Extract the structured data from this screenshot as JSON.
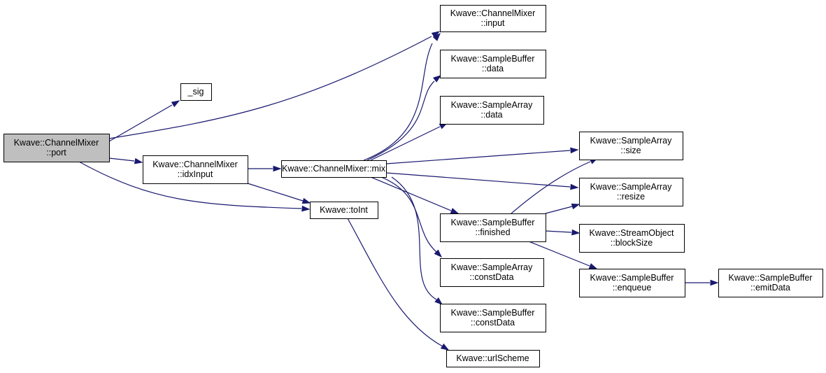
{
  "nodes": [
    {
      "id": "port",
      "lines": [
        "Kwave::ChannelMixer",
        "::port"
      ],
      "highlight": true
    },
    {
      "id": "sig",
      "lines": [
        "_sig"
      ]
    },
    {
      "id": "idxInput",
      "lines": [
        "Kwave::ChannelMixer",
        "::idxInput"
      ]
    },
    {
      "id": "mix",
      "lines": [
        "Kwave::ChannelMixer::mix"
      ]
    },
    {
      "id": "toInt",
      "lines": [
        "Kwave::toInt"
      ]
    },
    {
      "id": "input",
      "lines": [
        "Kwave::ChannelMixer",
        "::input"
      ]
    },
    {
      "id": "sbData",
      "lines": [
        "Kwave::SampleBuffer",
        "::data"
      ]
    },
    {
      "id": "saData",
      "lines": [
        "Kwave::SampleArray",
        "::data"
      ]
    },
    {
      "id": "finished",
      "lines": [
        "Kwave::SampleBuffer",
        "::finished"
      ]
    },
    {
      "id": "saConstData",
      "lines": [
        "Kwave::SampleArray",
        "::constData"
      ]
    },
    {
      "id": "sbConstData",
      "lines": [
        "Kwave::SampleBuffer",
        "::constData"
      ]
    },
    {
      "id": "urlScheme",
      "lines": [
        "Kwave::urlScheme"
      ]
    },
    {
      "id": "size",
      "lines": [
        "Kwave::SampleArray",
        "::size"
      ]
    },
    {
      "id": "resize",
      "lines": [
        "Kwave::SampleArray",
        "::resize"
      ]
    },
    {
      "id": "blockSize",
      "lines": [
        "Kwave::StreamObject",
        "::blockSize"
      ]
    },
    {
      "id": "enqueue",
      "lines": [
        "Kwave::SampleBuffer",
        "::enqueue"
      ]
    },
    {
      "id": "emitData",
      "lines": [
        "Kwave::SampleBuffer",
        "::emitData"
      ]
    }
  ],
  "edges": [
    {
      "from": "port",
      "to": "sig"
    },
    {
      "from": "port",
      "to": "input"
    },
    {
      "from": "port",
      "to": "idxInput"
    },
    {
      "from": "port",
      "to": "toInt"
    },
    {
      "from": "idxInput",
      "to": "mix"
    },
    {
      "from": "idxInput",
      "to": "toInt"
    },
    {
      "from": "mix",
      "to": "input"
    },
    {
      "from": "mix",
      "to": "sbData"
    },
    {
      "from": "mix",
      "to": "saData"
    },
    {
      "from": "mix",
      "to": "size"
    },
    {
      "from": "mix",
      "to": "resize"
    },
    {
      "from": "mix",
      "to": "finished"
    },
    {
      "from": "mix",
      "to": "saConstData"
    },
    {
      "from": "mix",
      "to": "sbConstData"
    },
    {
      "from": "toInt",
      "to": "urlScheme"
    },
    {
      "from": "finished",
      "to": "size"
    },
    {
      "from": "finished",
      "to": "resize"
    },
    {
      "from": "finished",
      "to": "blockSize"
    },
    {
      "from": "finished",
      "to": "enqueue"
    },
    {
      "from": "enqueue",
      "to": "emitData"
    }
  ],
  "colors": {
    "edge": "#191970",
    "node_border": "#000000",
    "node_fill": "#ffffff",
    "highlight_fill": "#bfbfbf"
  }
}
